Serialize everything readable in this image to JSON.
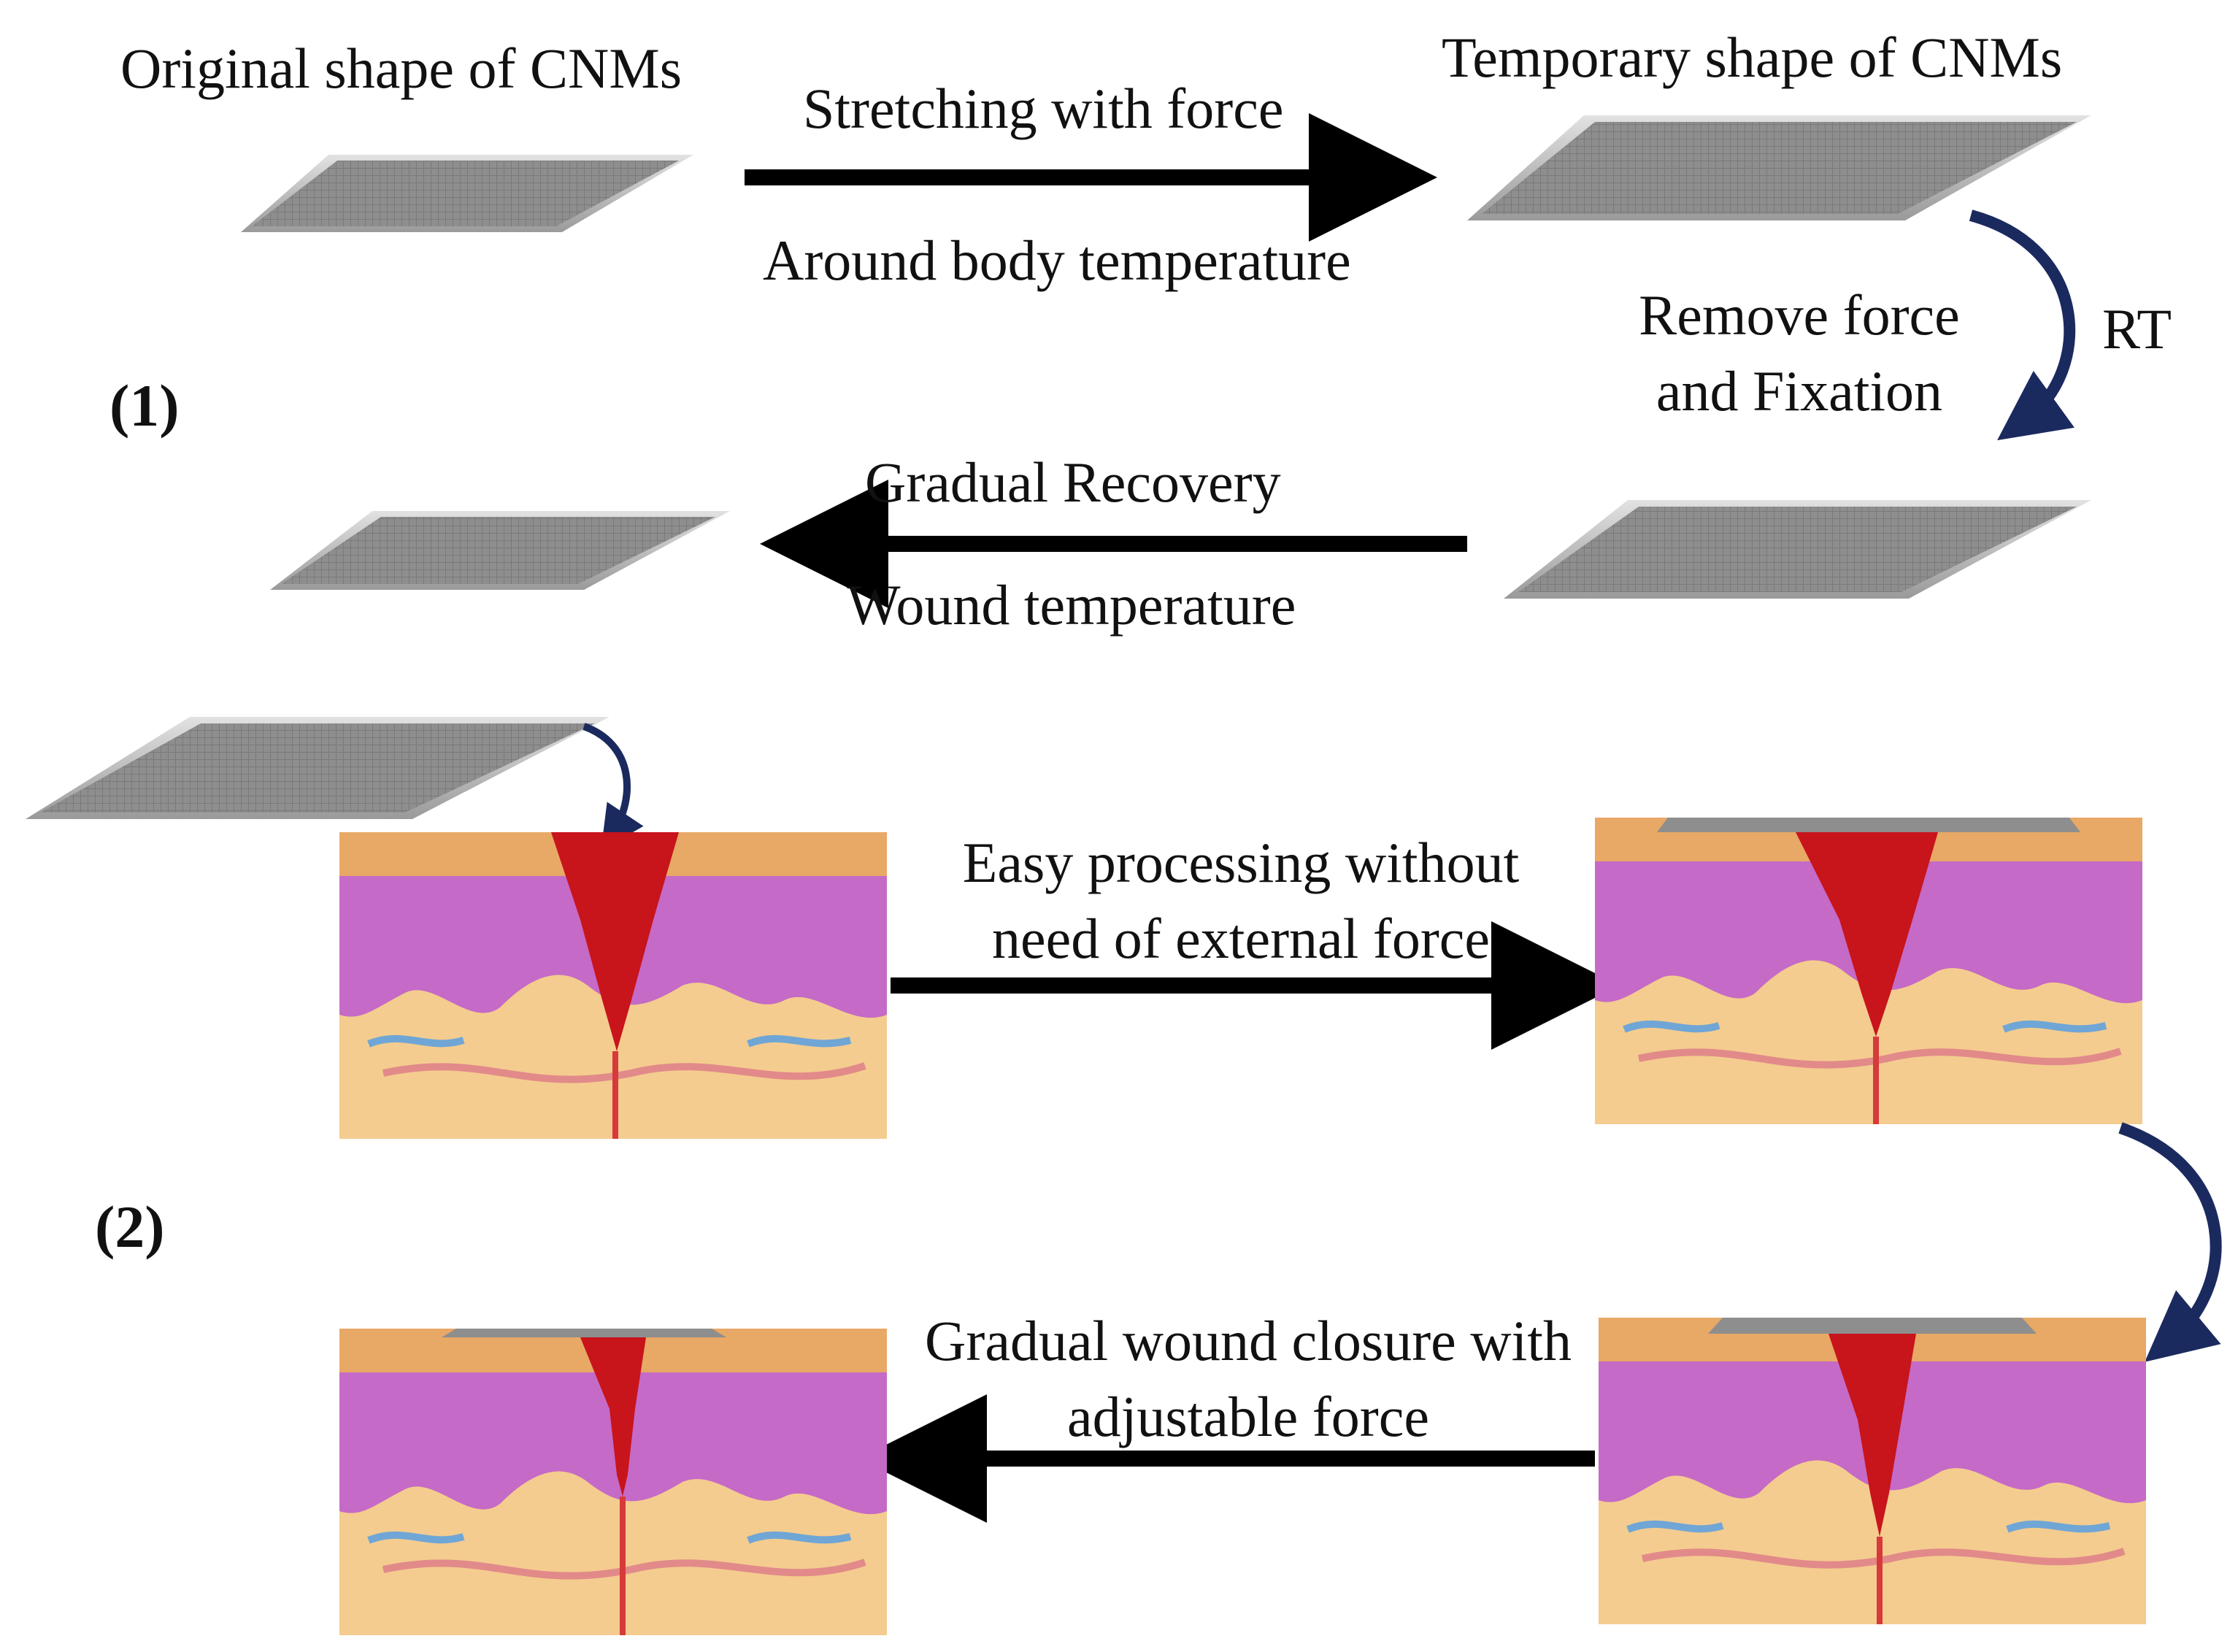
{
  "colors": {
    "arrow": "#000000",
    "curved_arrow": "#1b2a5e",
    "membrane_fill": "#8e8e8e",
    "membrane_edge": "#dcdcdc",
    "wound": "#c8141b",
    "epidermis": "#c56ac7",
    "dermis": "#f4cc8f",
    "skin_top": "#e8a866"
  },
  "icons": [
    "membrane-sheet-icon",
    "skin-cross-section-icon",
    "curved-arrow-icon",
    "straight-arrow-icon"
  ],
  "panel_1": {
    "marker": "(1)",
    "original_shape": "Original shape of CNMs",
    "temporary_shape": "Temporary shape of CNMs",
    "stretching": "Stretching with force",
    "body_temperature": "Around body temperature",
    "remove_force": "Remove force and Fixation",
    "rt": "RT",
    "gradual_recovery": "Gradual Recovery",
    "wound_temperature": "Wound temperature"
  },
  "panel_2": {
    "marker": "(2)",
    "easy_processing": "Easy processing without need of external force",
    "gradual_closure": "Gradual wound closure with adjustable force"
  }
}
